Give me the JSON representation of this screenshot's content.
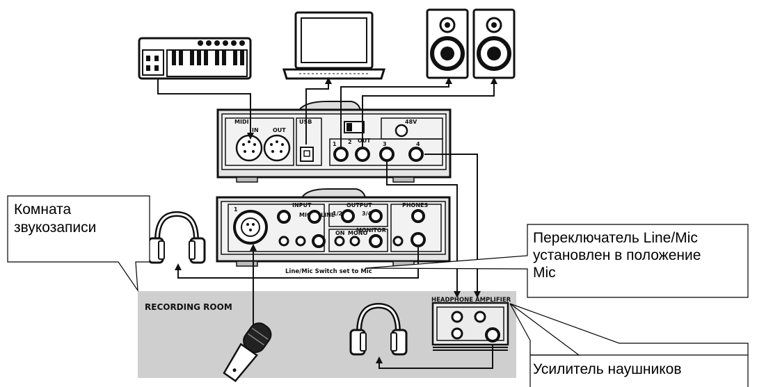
{
  "callouts": {
    "recording_room_ru": [
      "Комната",
      "звукозаписи"
    ],
    "line_mic_ru": [
      "Переключатель Line/Mic",
      "установлен в положение",
      "Mic"
    ],
    "headphone_amp_ru": "Усилитель наушников"
  },
  "labels": {
    "recording_room": "RECORDING ROOM",
    "headphone_amplifier": "HEADPHONE AMPLIFIER",
    "line_mic_switch": "Line/Mic Switch set to Mic",
    "midi": "MIDI",
    "midi_in": "IN",
    "midi_out": "OUT",
    "usb": "USB",
    "out": "OUT",
    "out_1": "1",
    "out_2": "2",
    "out_3": "3",
    "out_4": "4",
    "power_48v": "48V",
    "input": "INPUT",
    "input_1": "1",
    "mic": "MIC",
    "line": "LINE",
    "output": "OUTPUT",
    "out_12": "1/2",
    "out_34": "3/4",
    "phones": "PHONES",
    "monitor": "MONITOR",
    "on": "ON",
    "mono": "MONO"
  },
  "icons": [
    "midi-keyboard-icon",
    "laptop-icon",
    "speaker-icon",
    "headphones-icon",
    "microphone-icon"
  ]
}
